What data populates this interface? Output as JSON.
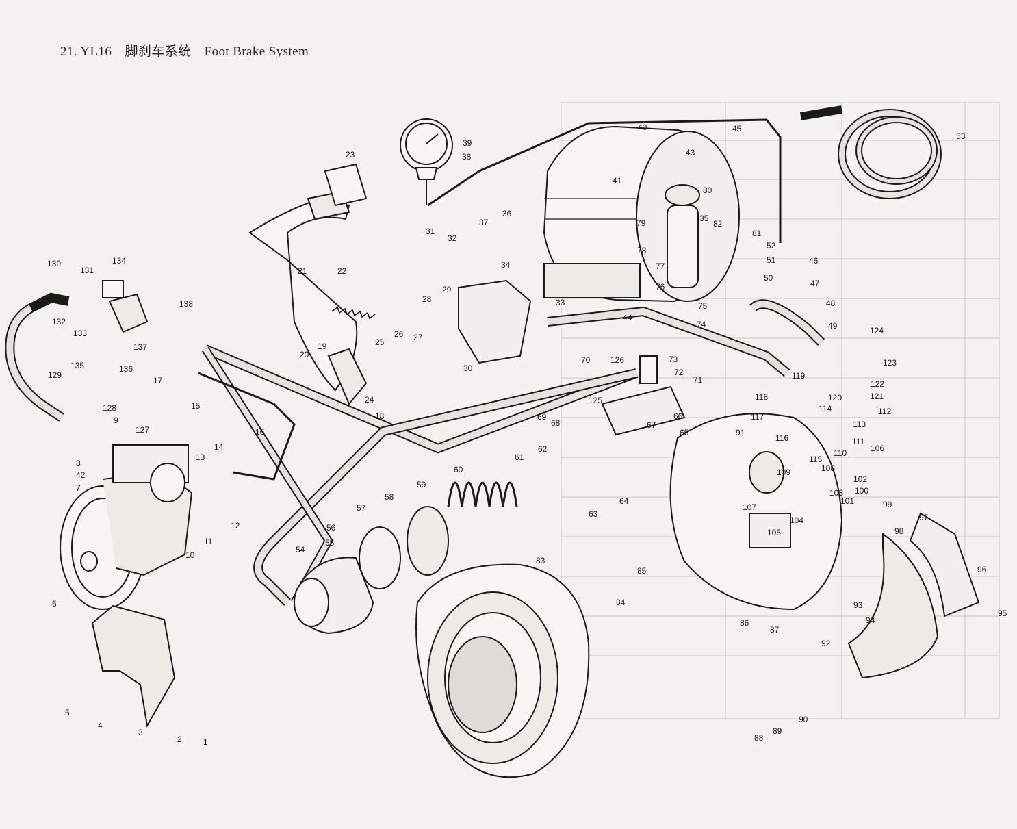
{
  "title": {
    "number": "21. YL16",
    "chinese": "脚刹车系统",
    "english": "Foot Brake System"
  },
  "colors": {
    "paper": "#f3f2ee",
    "ink": "#1a1a1a",
    "bleed": "#c9c8c3",
    "pipe_fill": "#e4e3de"
  },
  "callouts": [
    "1",
    "2",
    "3",
    "4",
    "5",
    "6",
    "7",
    "8",
    "9",
    "10",
    "11",
    "12",
    "13",
    "14",
    "15",
    "16",
    "17",
    "18",
    "19",
    "20",
    "21",
    "22",
    "23",
    "24",
    "25",
    "26",
    "27",
    "28",
    "29",
    "30",
    "31",
    "32",
    "33",
    "34",
    "35",
    "36",
    "37",
    "38",
    "39",
    "40",
    "41",
    "42",
    "43",
    "44",
    "45",
    "46",
    "47",
    "48",
    "49",
    "50",
    "51",
    "52",
    "53",
    "54",
    "55",
    "56",
    "57",
    "58",
    "59",
    "60",
    "61",
    "62",
    "63",
    "64",
    "65",
    "66",
    "67",
    "68",
    "69",
    "70",
    "71",
    "72",
    "73",
    "74",
    "75",
    "76",
    "77",
    "78",
    "79",
    "80",
    "81",
    "82",
    "83",
    "84",
    "85",
    "86",
    "87",
    "88",
    "89",
    "90",
    "91",
    "92",
    "93",
    "94",
    "95",
    "96",
    "97",
    "98",
    "99",
    "100",
    "101",
    "102",
    "103",
    "104",
    "105",
    "106",
    "107",
    "108",
    "109",
    "110",
    "111",
    "112",
    "113",
    "114",
    "115",
    "116",
    "117",
    "118",
    "119",
    "120",
    "121",
    "122",
    "123",
    "124",
    "125",
    "126",
    "127",
    "128",
    "129",
    "130",
    "131",
    "132",
    "133",
    "134",
    "135",
    "136",
    "137",
    "138"
  ]
}
